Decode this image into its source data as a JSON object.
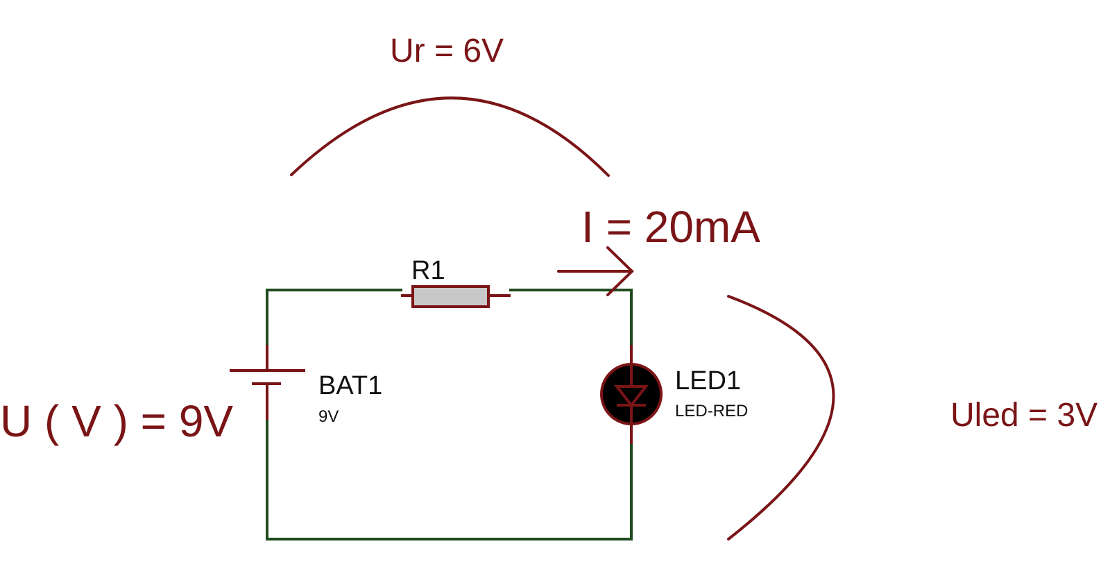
{
  "colors": {
    "wire": "#1f4b1f",
    "component": "#7a1416",
    "annotation": "#7a1416",
    "label": "#111111",
    "resistor_fill": "#c8c8c8",
    "led_fill": "#000000"
  },
  "annotations": {
    "resistor_voltage": "Ur = 6V",
    "current": "I = 20mA",
    "source_voltage": "U ( V ) = 9V",
    "led_voltage": "Uled = 3V"
  },
  "components": {
    "resistor": {
      "ref": "R1",
      "icon": "resistor-icon"
    },
    "battery": {
      "ref": "BAT1",
      "value": "9V",
      "icon": "battery-icon"
    },
    "led": {
      "ref": "LED1",
      "value": "LED-RED",
      "icon": "led-icon"
    }
  }
}
